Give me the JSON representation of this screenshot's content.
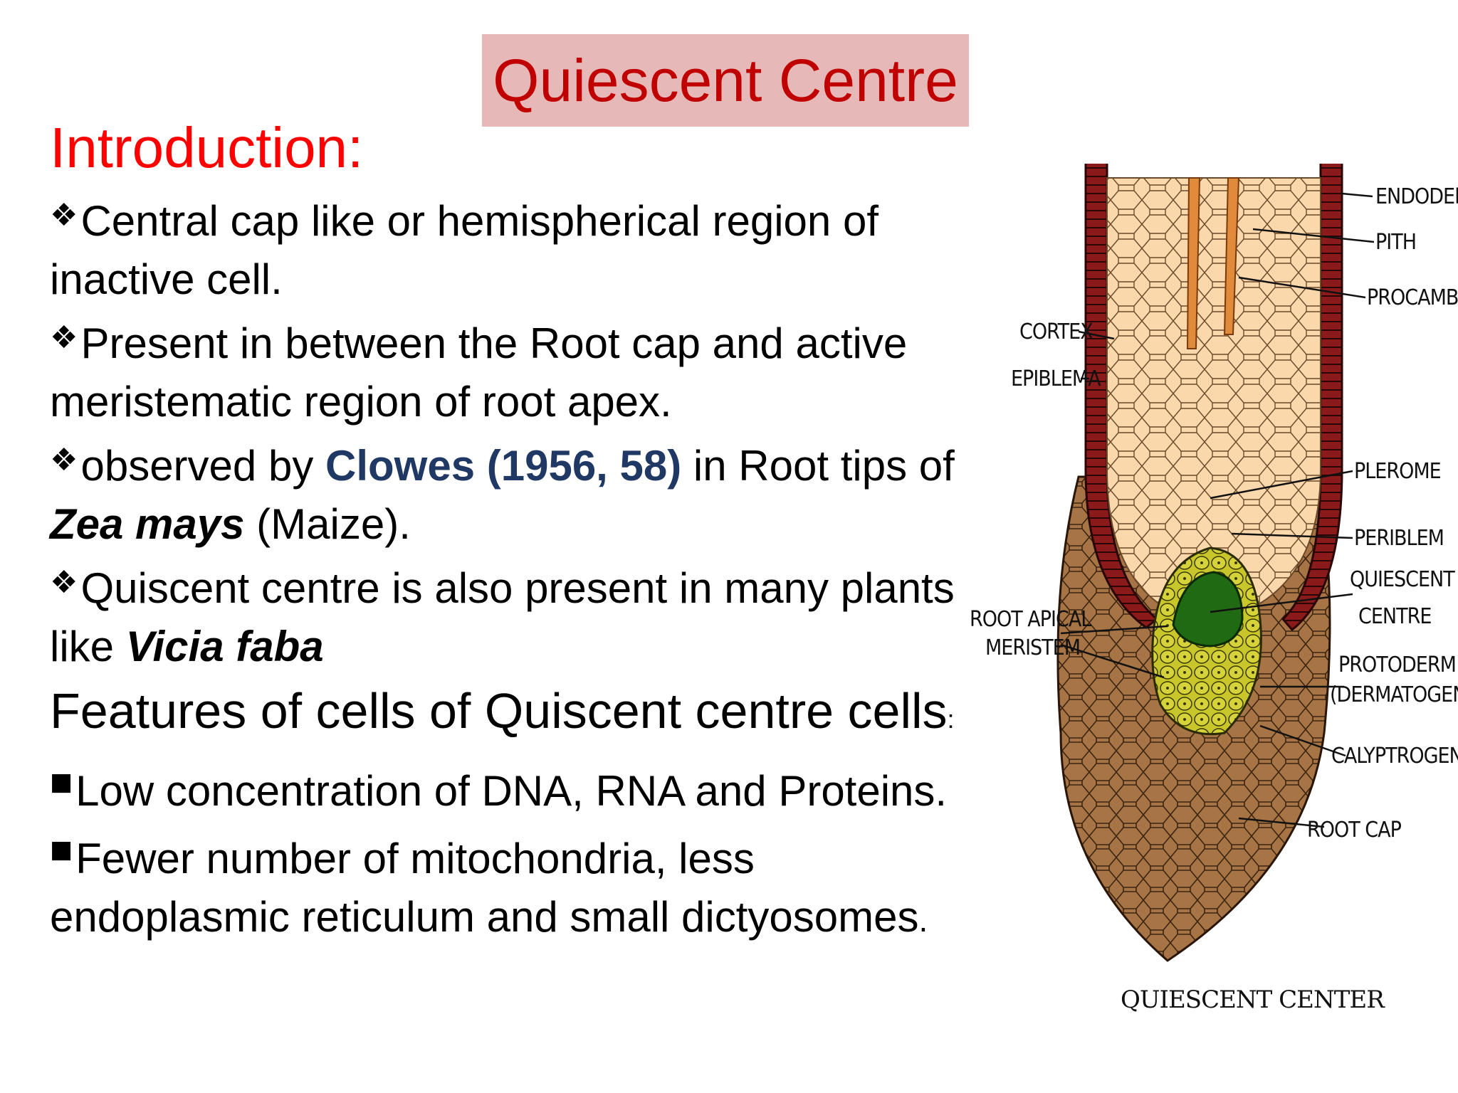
{
  "slide": {
    "title": "Quiescent Centre",
    "intro_heading": "Introduction:",
    "bullets": {
      "b1": "Central cap like or hemispherical region of inactive cell.",
      "b2": "Present in between the Root cap and active meristematic region of root apex.",
      "b3_prefix": "observed by ",
      "b3_highlight": "Clowes (1956, 58)",
      "b3_mid": " in Root tips of ",
      "b3_species": "Zea mays",
      "b3_suffix": " (Maize).",
      "b4_prefix": "Quiscent centre is also present in many plants like ",
      "b4_species": "Vicia faba"
    },
    "features_heading": "Features of cells of Quiscent centre cells",
    "features_colon": ":",
    "features": {
      "f1": "Low concentration of DNA, RNA and Proteins.",
      "f2_main": "Fewer number of mitochondria, less endoplasmic reticulum and small dictyosomes",
      "f2_end": "."
    }
  },
  "diagram": {
    "labels": {
      "endodermis": "ENDODERMIS",
      "pith": "PITH",
      "procambium": "PROCAMBIUM",
      "cortex": "CORTEX",
      "epiblema": "EPIBLEMA",
      "plerome": "PLEROME",
      "periblem": "PERIBLEM",
      "quiescent_1": "QUIESCENT",
      "quiescent_2": "CENTRE",
      "ram_1": "ROOT APICAL",
      "ram_2": "MERISTEM",
      "protoderm_1": "PROTODERM",
      "protoderm_2": "(DERMATOGEN)",
      "calyptrogen": "CALYPTROGEN",
      "root_cap": "ROOT CAP"
    },
    "caption": "QUIESCENT CENTER"
  },
  "icons": {
    "bullet_primary": "four-diamond-bullet-icon",
    "bullet_secondary": "square-bullet-icon"
  },
  "colors": {
    "title_bg": "#e6b8b8",
    "title_text": "#c00000",
    "heading_red": "#ff0000",
    "highlight_blue": "#1f3864"
  }
}
